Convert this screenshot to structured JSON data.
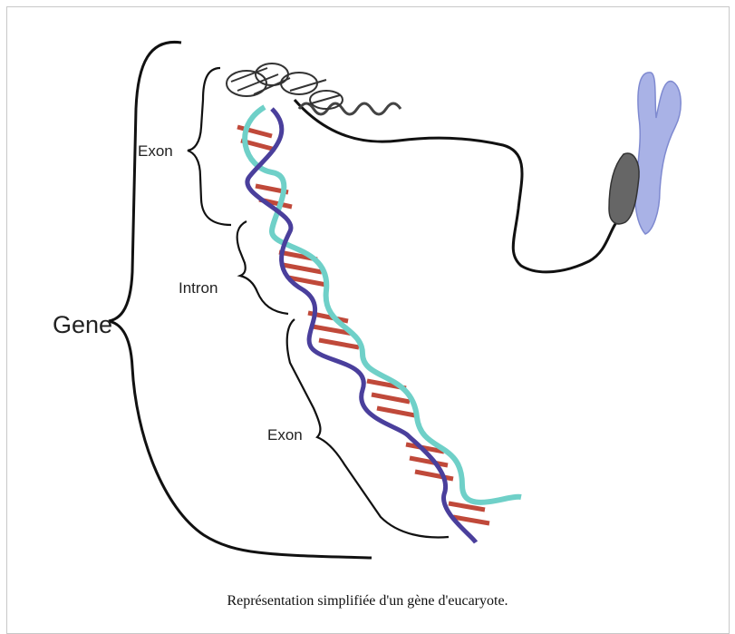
{
  "figure": {
    "labels": {
      "gene": "Gene",
      "exon_top": "Exon",
      "intron": "Intron",
      "exon_bottom": "Exon"
    },
    "colors": {
      "rungs": "#c0493a",
      "backbone_a": "#6fd0c8",
      "backbone_b": "#4a3f9c",
      "chromosome": "#a9b2e6",
      "condensed_dna": "#555555"
    }
  },
  "caption": "Représentation simplifiée d'un gène d'eucaryote."
}
